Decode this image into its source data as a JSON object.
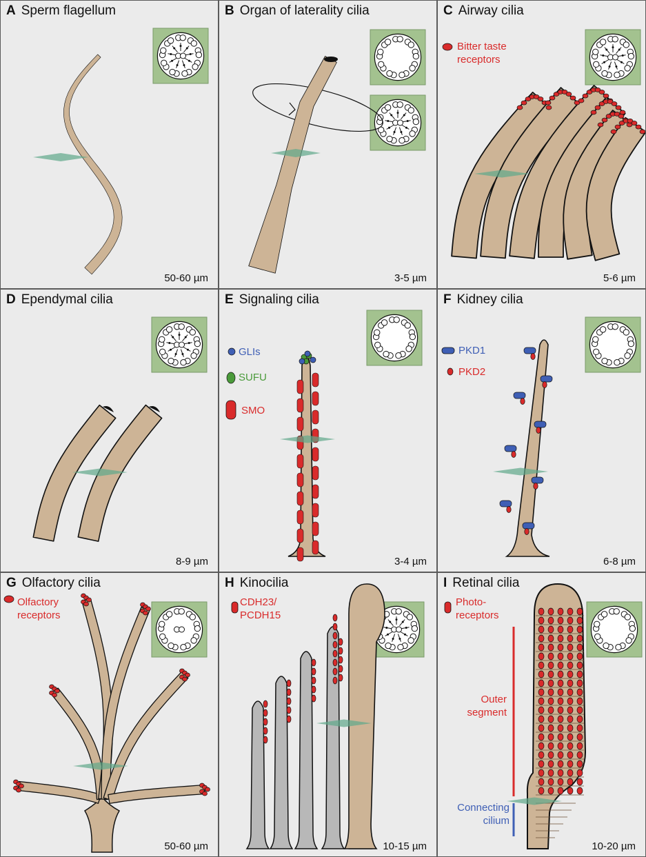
{
  "colors": {
    "panel_bg": "#ebebeb",
    "cilium": "#cdb496",
    "inset_bg": "#a3c28f",
    "crosssection": "#5fa88a",
    "red": "#d92b2b",
    "blue": "#3f5fb5",
    "green": "#4a9a3a",
    "gray": "#b8b8b8"
  },
  "panels": [
    {
      "letter": "A",
      "title": "Sperm flagellum",
      "length": "50-60 µm"
    },
    {
      "letter": "B",
      "title": "Organ of laterality cilia",
      "length": "3-5 µm"
    },
    {
      "letter": "C",
      "title": "Airway cilia",
      "length": "5-6 µm"
    },
    {
      "letter": "D",
      "title": "Ependymal cilia",
      "length": "8-9 µm"
    },
    {
      "letter": "E",
      "title": "Signaling cilia",
      "length": "3-4 µm"
    },
    {
      "letter": "F",
      "title": "Kidney cilia",
      "length": "6-8 µm"
    },
    {
      "letter": "G",
      "title": "Olfactory cilia",
      "length": "50-60 µm"
    },
    {
      "letter": "H",
      "title": "Kinocilia",
      "length": "10-15 µm"
    },
    {
      "letter": "I",
      "title": "Retinal cilia",
      "length": "10-20 µm"
    }
  ],
  "legends": {
    "c_bitter": "Bitter taste",
    "c_receptors": "receptors",
    "e_glis": "GLIs",
    "e_sufu": "SUFU",
    "e_smo": "SMO",
    "f_pkd1": "PKD1",
    "f_pkd2": "PKD2",
    "g_olfactory": "Olfactory",
    "g_receptors": "receptors",
    "h_cdh23": "CDH23/",
    "h_pcdh15": "PCDH15",
    "i_photo": "Photo-",
    "i_receptors": "receptors",
    "i_outer": "Outer",
    "i_segment": "segment",
    "i_connecting": "Connecting",
    "i_cilium": "cilium"
  }
}
